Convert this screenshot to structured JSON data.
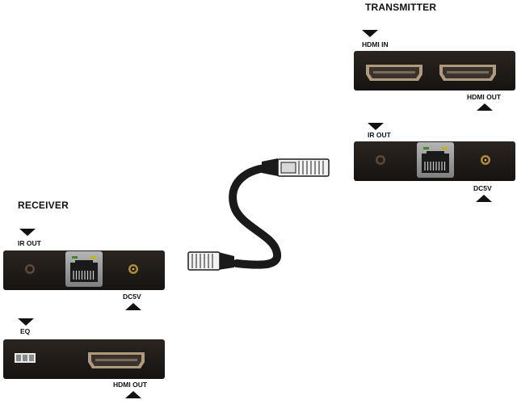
{
  "transmitter": {
    "title": "TRANSMITTER",
    "labels": {
      "hdmi_in": "HDMI IN",
      "hdmi_out": "HDMI OUT",
      "ir_out": "IR OUT",
      "dc5v": "DC5V"
    }
  },
  "receiver": {
    "title": "RECEIVER",
    "labels": {
      "ir_out": "IR OUT",
      "dc5v": "DC5V",
      "eq": "EQ",
      "hdmi_out": "HDMI OUT"
    }
  },
  "colors": {
    "device_body": "#1e1a17",
    "hdmi_port_rim": "#b09a7e",
    "hdmi_port_inner": "#3a322c",
    "rj45_body": "#9a9a9a",
    "rj45_led_green": "#3a8a2a",
    "rj45_led_yellow": "#c8b400",
    "cable": "#1a1a1a",
    "plug": "#f2f2f2"
  },
  "icons": [
    "arrow-down-icon",
    "arrow-up-icon",
    "rj45-port-icon",
    "hdmi-port-icon",
    "dc-jack-icon",
    "ir-jack-icon",
    "dip-switch-icon",
    "ethernet-cable-icon"
  ]
}
